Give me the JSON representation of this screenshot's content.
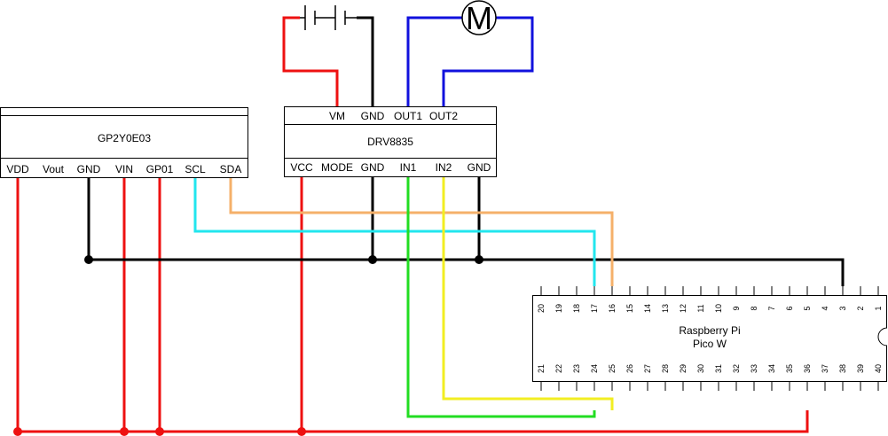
{
  "sensor": {
    "name": "GP2Y0E03",
    "pins": [
      "VDD",
      "Vout",
      "GND",
      "VIN",
      "GP01",
      "SCL",
      "SDA"
    ]
  },
  "driver": {
    "name": "DRV8835",
    "top_pins": [
      "VM",
      "GND",
      "OUT1",
      "OUT2"
    ],
    "bottom_pins": [
      "VCC",
      "MODE",
      "GND",
      "IN1",
      "IN2",
      "GND"
    ]
  },
  "motor": {
    "label": "M"
  },
  "pico": {
    "name_line1": "Raspberry Pi",
    "name_line2": "Pico W",
    "top_pins": [
      "20",
      "19",
      "18",
      "17",
      "16",
      "15",
      "14",
      "13",
      "12",
      "11",
      "10",
      "9",
      "8",
      "7",
      "6",
      "5",
      "4",
      "3",
      "2",
      "1"
    ],
    "bottom_pins": [
      "21",
      "22",
      "23",
      "24",
      "25",
      "26",
      "27",
      "28",
      "29",
      "30",
      "31",
      "32",
      "33",
      "34",
      "35",
      "36",
      "37",
      "38",
      "39",
      "40"
    ]
  },
  "wire_colors": {
    "power": "#ee1111",
    "ground": "#000000",
    "motor": "#1111dd",
    "scl": "#22e6ee",
    "sda": "#f5b06a",
    "in1": "#22dd22",
    "in2": "#f2ee22"
  }
}
